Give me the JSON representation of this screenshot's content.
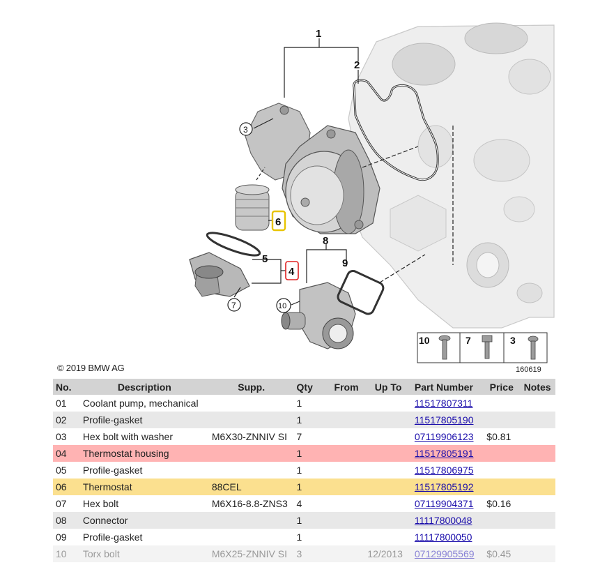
{
  "diagram": {
    "callouts": [
      "1",
      "2",
      "3",
      "4",
      "5",
      "6",
      "7",
      "8",
      "9",
      "10"
    ],
    "fastener_key": [
      "10",
      "7",
      "3"
    ],
    "image_code": "160619",
    "highlight_colors": {
      "item4": "#e02020",
      "item6": "#e8c400"
    }
  },
  "copyright": "© 2019 BMW AG",
  "table": {
    "headers": {
      "no": "No.",
      "description": "Description",
      "supp": "Supp.",
      "qty": "Qty",
      "from": "From",
      "up_to": "Up To",
      "part_number": "Part Number",
      "price": "Price",
      "notes": "Notes"
    },
    "rows": [
      {
        "no": "01",
        "description": "Coolant pump, mechanical",
        "supp": "",
        "qty": "1",
        "from": "",
        "up_to": "",
        "part_number": "11517807311",
        "price": "",
        "notes": ""
      },
      {
        "no": "02",
        "description": "Profile-gasket",
        "supp": "",
        "qty": "1",
        "from": "",
        "up_to": "",
        "part_number": "11517805190",
        "price": "",
        "notes": ""
      },
      {
        "no": "03",
        "description": "Hex bolt with washer",
        "supp": "M6X30-ZNNIV SI",
        "qty": "7",
        "from": "",
        "up_to": "",
        "part_number": "07119906123",
        "price": "$0.81",
        "notes": ""
      },
      {
        "no": "04",
        "description": "Thermostat housing",
        "supp": "",
        "qty": "1",
        "from": "",
        "up_to": "",
        "part_number": "11517805191",
        "price": "",
        "notes": ""
      },
      {
        "no": "05",
        "description": "Profile-gasket",
        "supp": "",
        "qty": "1",
        "from": "",
        "up_to": "",
        "part_number": "11517806975",
        "price": "",
        "notes": ""
      },
      {
        "no": "06",
        "description": "Thermostat",
        "supp": "88CEL",
        "qty": "1",
        "from": "",
        "up_to": "",
        "part_number": "11517805192",
        "price": "",
        "notes": ""
      },
      {
        "no": "07",
        "description": "Hex bolt",
        "supp": "M6X16-8.8-ZNS3",
        "qty": "4",
        "from": "",
        "up_to": "",
        "part_number": "07119904371",
        "price": "$0.16",
        "notes": ""
      },
      {
        "no": "08",
        "description": "Connector",
        "supp": "",
        "qty": "1",
        "from": "",
        "up_to": "",
        "part_number": "11117800048",
        "price": "",
        "notes": ""
      },
      {
        "no": "09",
        "description": "Profile-gasket",
        "supp": "",
        "qty": "1",
        "from": "",
        "up_to": "",
        "part_number": "11117800050",
        "price": "",
        "notes": ""
      },
      {
        "no": "10",
        "description": "Torx bolt",
        "supp": "M6X25-ZNNIV SI",
        "qty": "3",
        "from": "",
        "up_to": "12/2013",
        "part_number": "07129905569",
        "price": "$0.45",
        "notes": ""
      }
    ]
  }
}
